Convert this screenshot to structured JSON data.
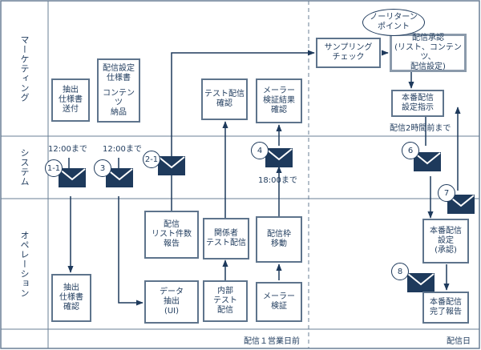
{
  "lanes": {
    "marketing": "マーケティング",
    "system": "システム",
    "operation": "オペレーション"
  },
  "boxes": {
    "spec_send": "抽出\n仕様書\n送付",
    "delivery_spec": "配信設定\n仕様書",
    "content_delivery": "コンテンツ\n納品",
    "test_confirm": "テスト配信\n確認",
    "mailer_result": "メーラー\n検証結果\n確認",
    "sampling_check": "サンプリング\nチェック",
    "approval": "配信承認\n(リスト、コンテンツ、\n配信設定)",
    "prod_instruction": "本番配信\n設定指示",
    "list_count_report": "配信\nリスト件数\n報告",
    "stakeholder_test": "関係者\nテスト配信",
    "slot_move": "配信枠\n移動",
    "prod_setting": "本番配信\n設定\n(承認)",
    "spec_confirm": "抽出\n仕様書\n確認",
    "data_extract": "データ\n抽出\n(UI)",
    "internal_test": "内部\nテスト\n配信",
    "mailer_verify": "メーラー\n検証",
    "delivery_report": "本番配信\n完了報告"
  },
  "labels": {
    "deadline_1": "12:00まで",
    "deadline_2": "12:00まで",
    "deadline_3": "18:00まで",
    "before_2h": "配信2時間前まで"
  },
  "callout": "ノーリターン\nポイント",
  "badges": [
    "1-1",
    "3",
    "2-1",
    "4",
    "6",
    "7",
    "8"
  ],
  "footer": {
    "left": "配信１営業日前",
    "right": "配信日"
  },
  "colors": {
    "primary": "#1e3a5c",
    "box_border": "#5e748c",
    "highlight_border": "#8b9aab",
    "grid": "#6a7f95"
  },
  "icons": [
    "mail-icon",
    "arrow-icon"
  ]
}
